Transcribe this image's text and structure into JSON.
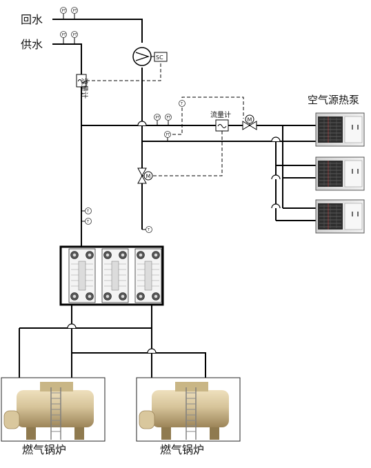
{
  "labels": {
    "return_water": "回水",
    "supply_water": "供水",
    "heat_pump": "空气源热泵",
    "flowmeter_top": "流量计",
    "flowmeter_side": "流量计",
    "pump_controller": "SC",
    "boiler_1": "燃气锅炉",
    "boiler_2": "燃气锅炉"
  },
  "instruments": {
    "temperature": "PT",
    "pressure": "PT",
    "flow_tag": "FT",
    "small_gauge": "T"
  },
  "valves": {
    "motor_tag": "M"
  },
  "colors": {
    "boiler_body": "#d6c49a",
    "boiler_shadow": "#9c8458",
    "pump_unit_face": "#e8e8e8",
    "pump_unit_grille": "#3a3a3a"
  }
}
